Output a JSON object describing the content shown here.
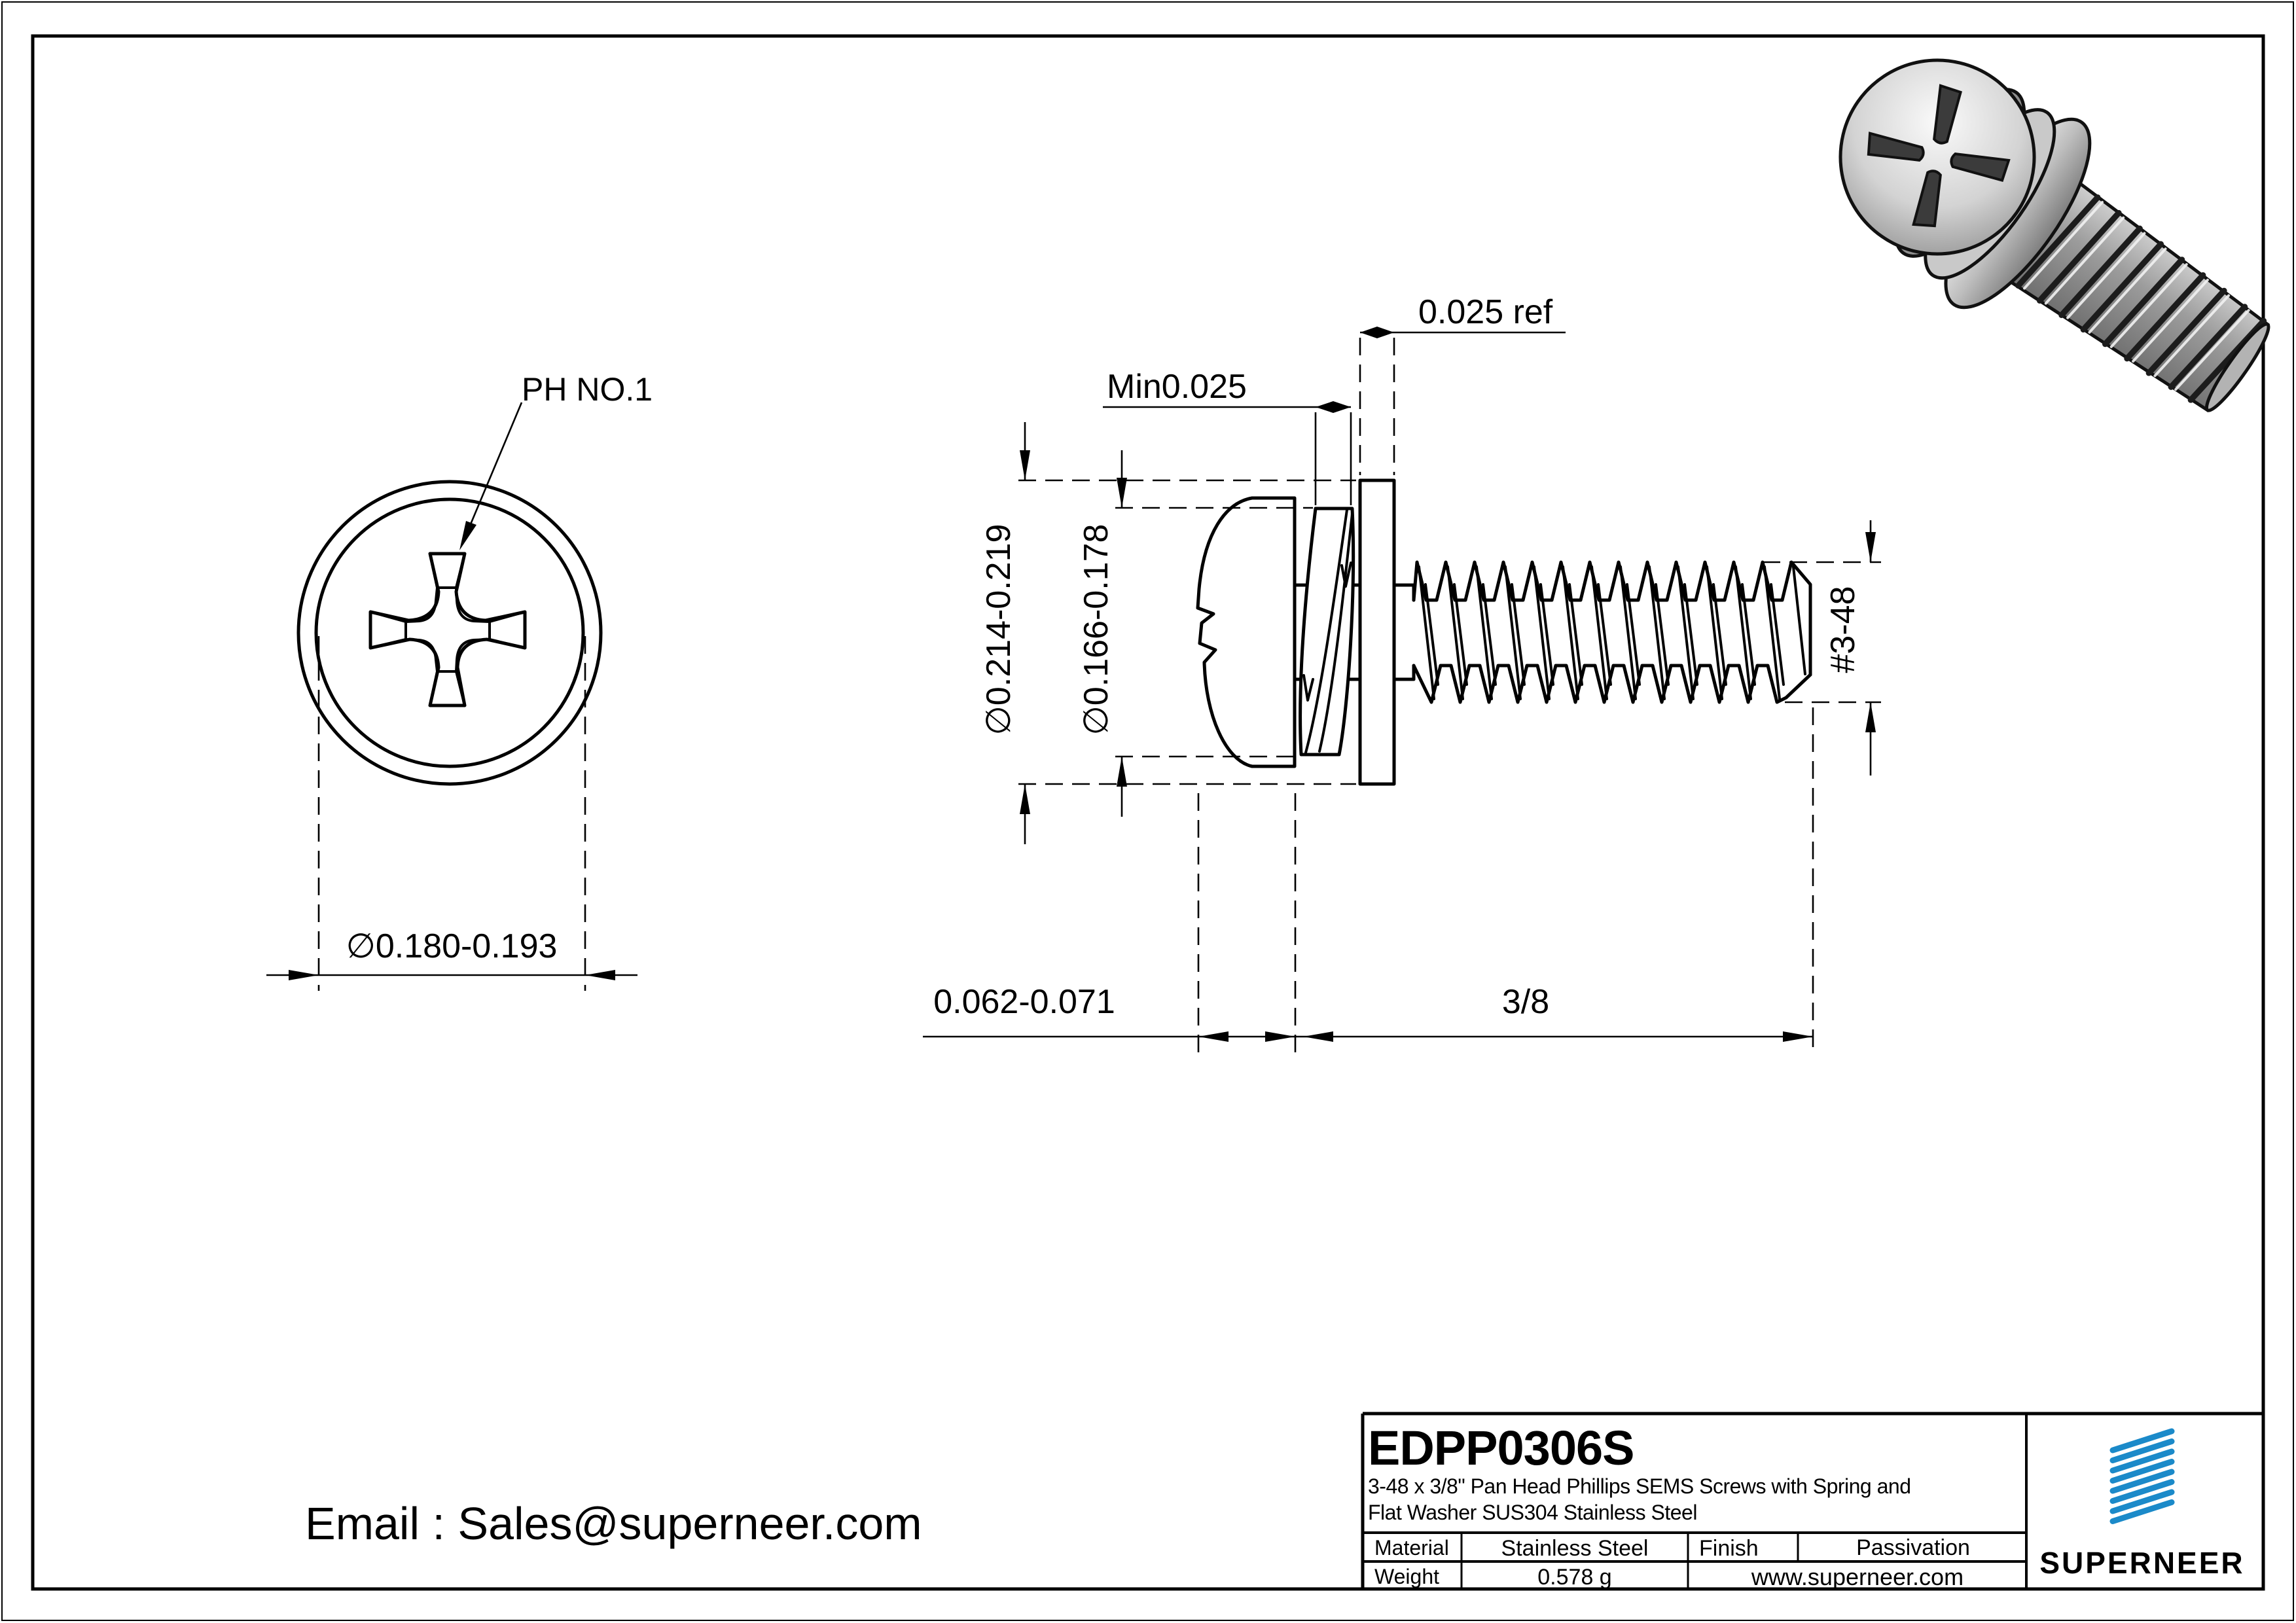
{
  "front_view": {
    "drive_label": "PH NO.1",
    "head_dia": "∅0.180-0.193"
  },
  "side_view": {
    "flat_washer_od": "∅0.214-0.219",
    "spring_washer_od": "∅0.166-0.178",
    "spring_washer_thickness": "Min0.025",
    "flat_washer_thickness": "0.025 ref",
    "thread_callout": "#3-48",
    "head_height": "0.062-0.071",
    "screw_length": "3/8"
  },
  "footer": {
    "email": "Email : Sales@superneer.com"
  },
  "title_block": {
    "part_number": "EDPP0306S",
    "description_line1": "3-48 x 3/8\" Pan Head Phillips SEMS Screws with Spring and",
    "description_line2": "Flat Washer SUS304 Stainless Steel",
    "material_label": "Material",
    "material_value": "Stainless Steel",
    "finish_label": "Finish",
    "finish_value": "Passivation",
    "weight_label": "Weight",
    "weight_value": "0.578 g",
    "website": "www.superneer.com",
    "brand": "SUPERNEER"
  },
  "colors": {
    "logo_blue": "#1486C9",
    "link_blue": "#2B9BE0",
    "line_black": "#000000"
  }
}
